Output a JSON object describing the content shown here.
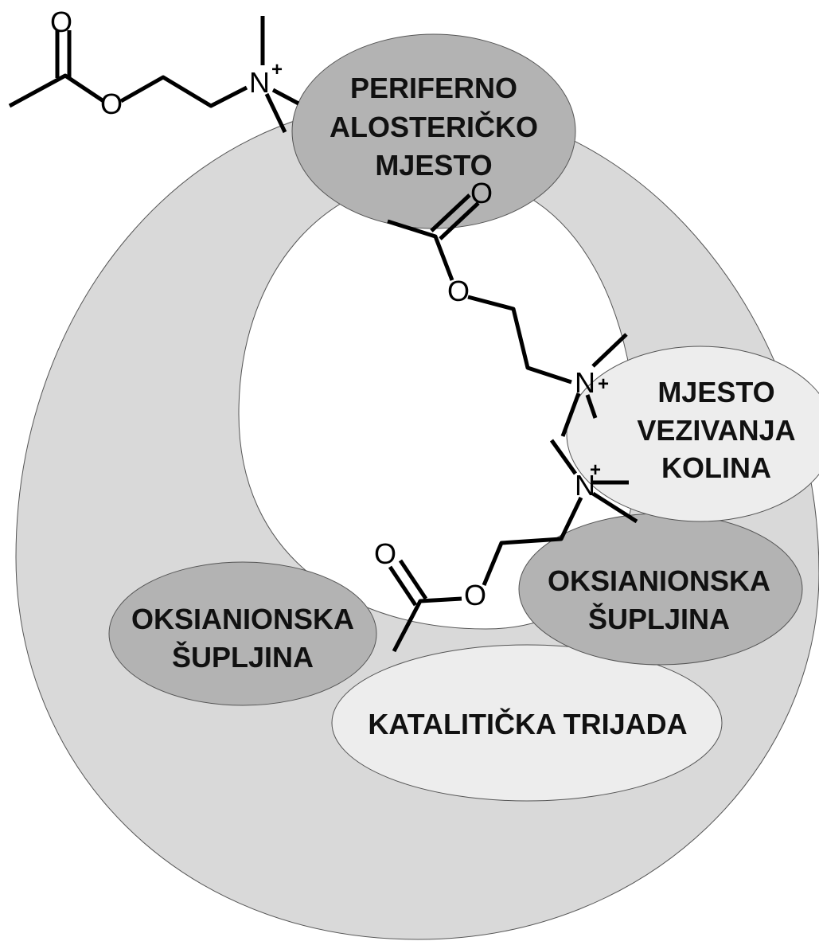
{
  "colors": {
    "gorge": "#d9d9d9",
    "site_dark": "#b3b3b3",
    "site_light": "#ededed",
    "stroke": "#000000"
  },
  "labels": {
    "peripheral_site": [
      "PERIFERNO",
      "ALOSTERIČKO",
      "MJESTO"
    ],
    "choline_site": [
      "MJESTO",
      "VEZIVANJA",
      "KOLINA"
    ],
    "oxyanion_right": [
      "OKSIANIONSKA",
      "ŠUPLJINA"
    ],
    "oxyanion_left": [
      "OKSIANIONSKA",
      "ŠUPLJINA"
    ],
    "catalytic_triad": "KATALITIČKA TRIJADA"
  },
  "atoms": {
    "oxygen": "O",
    "nitrogen": "N",
    "charge": "+"
  }
}
